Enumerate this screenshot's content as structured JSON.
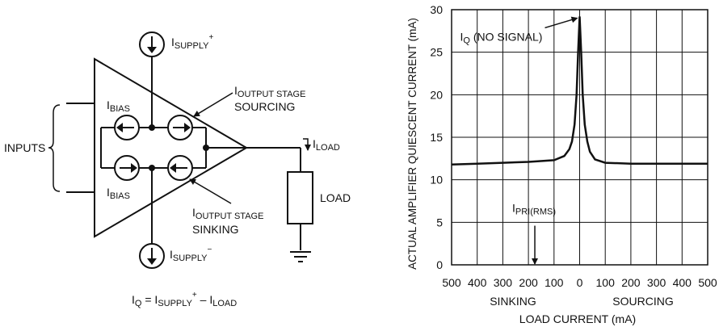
{
  "schematic": {
    "supply_pos_label": "I",
    "supply_pos_sub": "SUPPLY",
    "supply_pos_sup": "+",
    "supply_neg_label": "I",
    "supply_neg_sub": "SUPPLY",
    "supply_neg_sup": "−",
    "inputs_label": "INPUTS",
    "bias_top_label": "I",
    "bias_top_sub": "BIAS",
    "bias_bottom_label": "I",
    "bias_bottom_sub": "BIAS",
    "output_sourcing_label": "I",
    "output_sourcing_sub": "OUTPUT STAGE",
    "output_sourcing_line2": "SOURCING",
    "output_sinking_label": "I",
    "output_sinking_sub": "OUTPUT STAGE",
    "output_sinking_line2": "SINKING",
    "iload_label": "I",
    "iload_sub": "LOAD",
    "load_label": "LOAD",
    "equation": {
      "iq": "I",
      "iq_sub": "Q",
      "eq": " = I",
      "supply_sub": "SUPPLY",
      "supply_sup": "+",
      "minus": " – I",
      "load_sub": "LOAD"
    },
    "icons": [
      "current-source-down-icon",
      "current-source-left-icon",
      "current-source-right-icon",
      "ground-icon"
    ]
  },
  "chart_data": {
    "type": "line",
    "ylabel": "ACTUAL AMPLIFIER QUIESCENT CURRENT (mA)",
    "xlabel": "LOAD CURRENT (mA)",
    "x_side_labels": [
      "SINKING",
      "SOURCING"
    ],
    "xlim": [
      -500,
      500
    ],
    "ylim": [
      0,
      30
    ],
    "x_ticks": [
      -500,
      -400,
      -300,
      -200,
      -100,
      0,
      100,
      200,
      300,
      400,
      500
    ],
    "x_tick_labels": [
      "500",
      "400",
      "300",
      "200",
      "100",
      "0",
      "100",
      "200",
      "300",
      "400",
      "500"
    ],
    "y_ticks": [
      0,
      5,
      10,
      15,
      20,
      25,
      30
    ],
    "y_tick_labels": [
      "0",
      "5",
      "10",
      "15",
      "20",
      "25",
      "30"
    ],
    "grid": true,
    "series": [
      {
        "x": [
          -500,
          -400,
          -300,
          -200,
          -100,
          -60,
          -40,
          -30,
          -20,
          -12,
          -6,
          0,
          6,
          12,
          20,
          30,
          40,
          60,
          100,
          200,
          300,
          400,
          500
        ],
        "y": [
          11.8,
          11.9,
          12.0,
          12.1,
          12.3,
          12.8,
          13.6,
          14.5,
          16.5,
          20.0,
          25.0,
          29.2,
          25.0,
          20.0,
          16.5,
          14.5,
          13.3,
          12.4,
          12.0,
          11.9,
          11.9,
          11.9,
          11.9
        ]
      }
    ],
    "annotations": {
      "no_signal": {
        "label": "I",
        "sub": "Q",
        "rest": " (NO SIGNAL)",
        "x": 0,
        "y": 29.2
      },
      "ipri": {
        "label": "I",
        "sub": "PRI(RMS)",
        "x": -175
      }
    }
  }
}
